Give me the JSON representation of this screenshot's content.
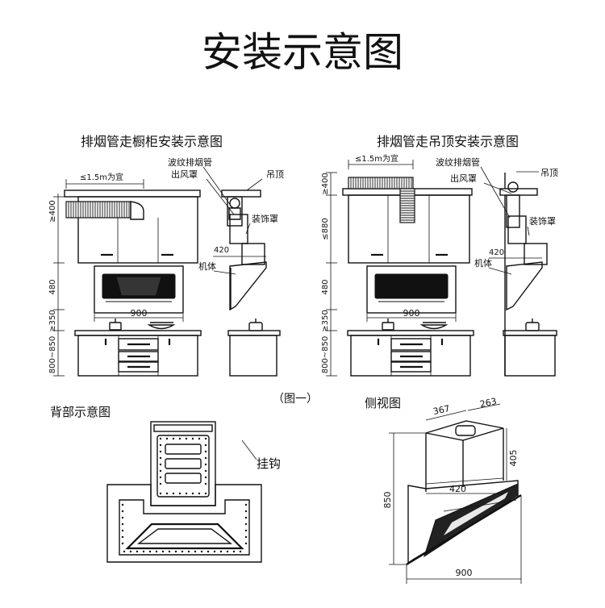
{
  "title": "安装示意图",
  "left_panel": {
    "heading": "排烟管走橱柜安装示意图",
    "label_duct": "波纹排烟管",
    "label_outlet": "出风罩",
    "label_ceiling": "吊顶",
    "label_cover": "装饰罩",
    "label_body": "机体",
    "dim_top": "≤1.5m为宜",
    "dim_400": "≥400",
    "dim_480": "480",
    "dim_350": "≥350",
    "dim_800_850": "800~850",
    "dim_900": "900",
    "dim_420": "420"
  },
  "right_panel": {
    "heading": "排烟管走吊顶安装示意图",
    "label_duct": "波纹排烟管",
    "label_outlet": "出风罩",
    "label_ceiling": "吊顶",
    "label_cover": "装饰罩",
    "label_body": "机体",
    "dim_top": "≤1.5m为宜",
    "dim_400": "≥400",
    "dim_880": "≤880",
    "dim_480": "480",
    "dim_350": "≥350",
    "dim_800_850": "800~850",
    "dim_900": "900",
    "dim_420": "420"
  },
  "figure_caption": "（图一）",
  "back_view": {
    "heading": "背部示意图",
    "label_hook": "挂钩"
  },
  "side_view": {
    "heading": "侧视图",
    "dim_367": "367",
    "dim_263": "263",
    "dim_405": "405",
    "dim_850": "850",
    "dim_420": "420",
    "dim_900": "900"
  }
}
